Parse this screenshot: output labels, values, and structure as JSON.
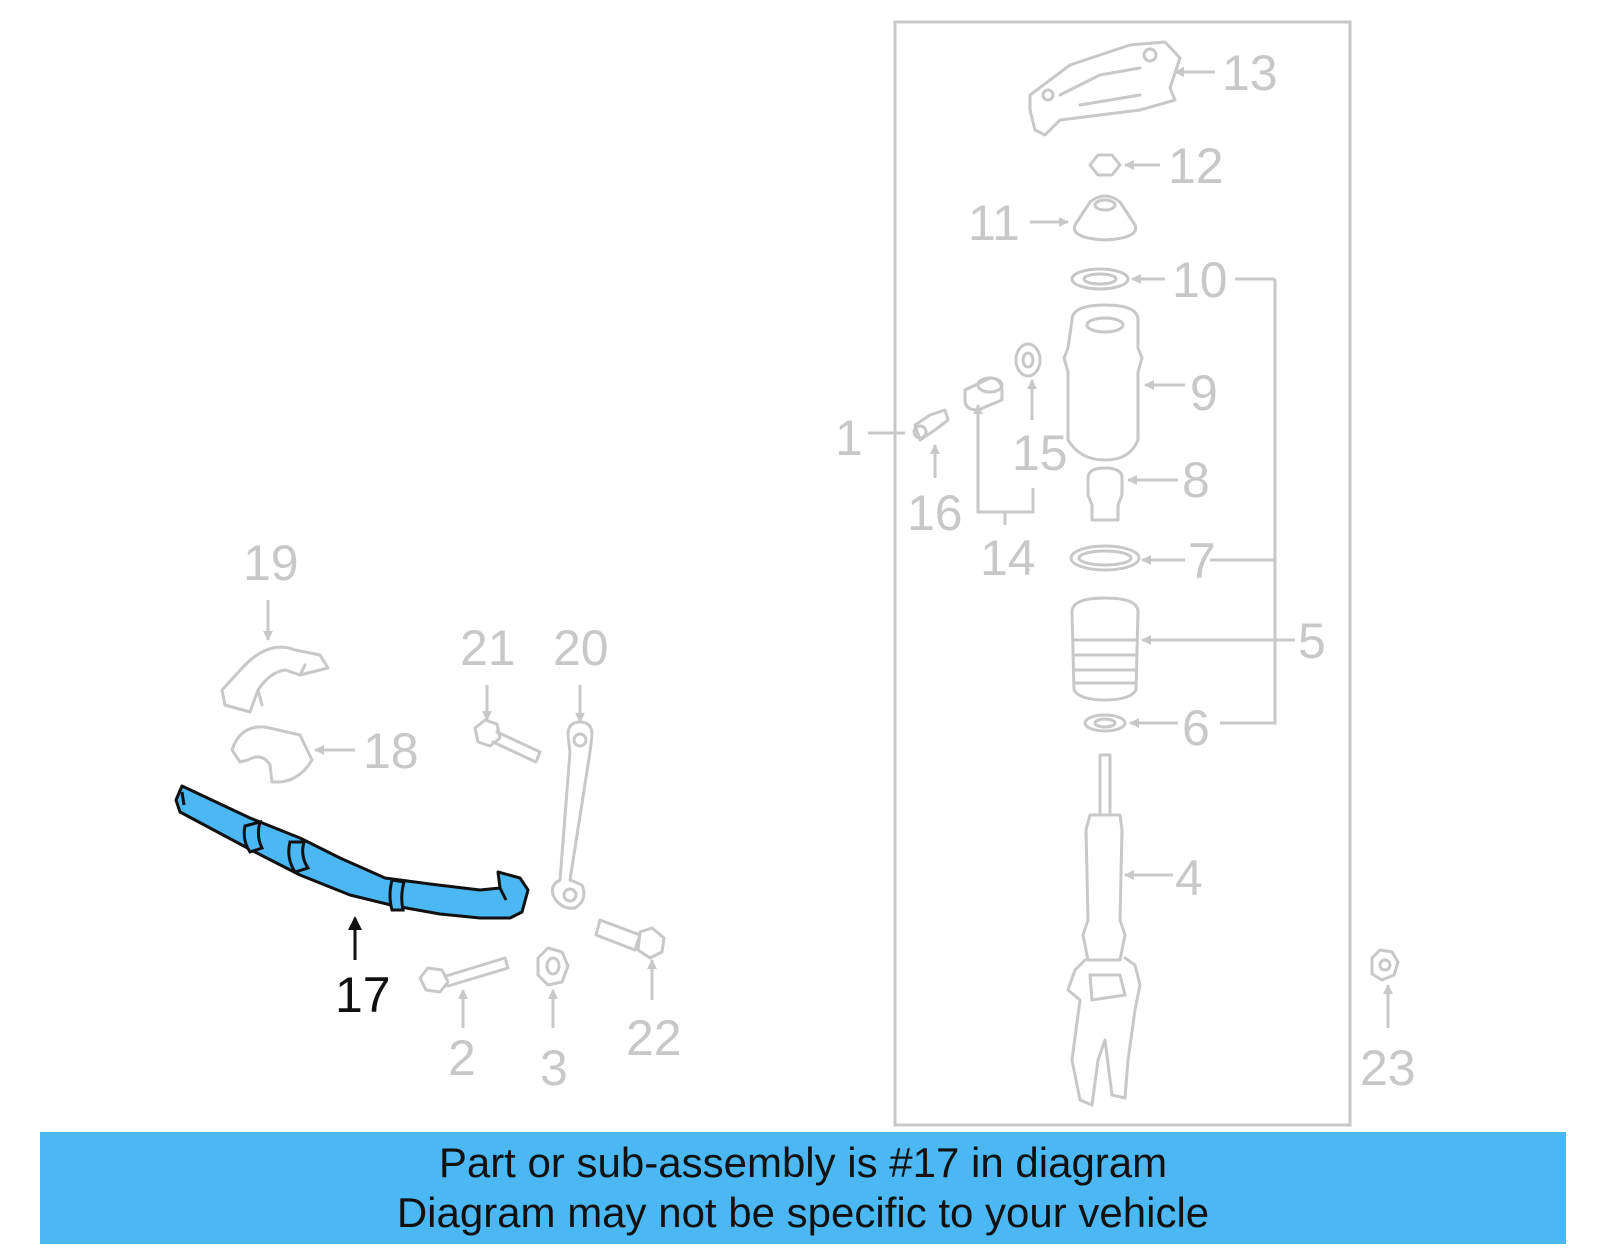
{
  "banner": {
    "line1": "Part or sub-assembly is #17 in diagram",
    "line2": "Diagram may not be specific to your vehicle",
    "background": "#4bb8f3"
  },
  "highlight_color": "#4bb8f3",
  "highlighted_part": "17",
  "callouts": {
    "c1": "1",
    "c2": "2",
    "c3": "3",
    "c4": "4",
    "c5": "5",
    "c6": "6",
    "c7": "7",
    "c8": "8",
    "c9": "9",
    "c10": "10",
    "c11": "11",
    "c12": "12",
    "c13": "13",
    "c14": "14",
    "c15": "15",
    "c16": "16",
    "c17": "17",
    "c18": "18",
    "c19": "19",
    "c20": "20",
    "c21": "21",
    "c22": "22",
    "c23": "23"
  }
}
